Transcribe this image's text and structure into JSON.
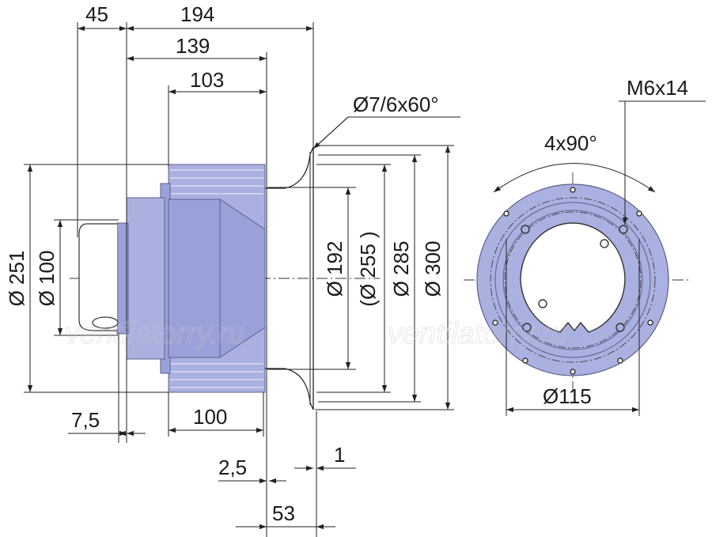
{
  "drawing": {
    "dims_top": {
      "d45": "45",
      "d194": "194",
      "d139": "139",
      "d103": "103"
    },
    "thread_label": "Ø7/6x60°",
    "diam_left": {
      "d251": "Ø 251",
      "d100": "Ø 100"
    },
    "diam_right": {
      "d192": "Ø 192",
      "d255": "(Ø 255 )",
      "d285": "Ø 285",
      "d300": "Ø 300"
    },
    "dims_bottom": {
      "d7_5": "7,5",
      "d100": "100",
      "d2_5": "2,5",
      "d1": "1",
      "d53": "53"
    },
    "front_view": {
      "angle": "4x90°",
      "screw": "M6x14",
      "bolt_circle": "Ø115"
    },
    "watermark": [
      "ventilatorry.ru",
      "ventilatorry.ru"
    ],
    "colors": {
      "body": "#aab0e0",
      "body_dark": "#9aa1d8",
      "outline": "#5a5f8c"
    }
  }
}
